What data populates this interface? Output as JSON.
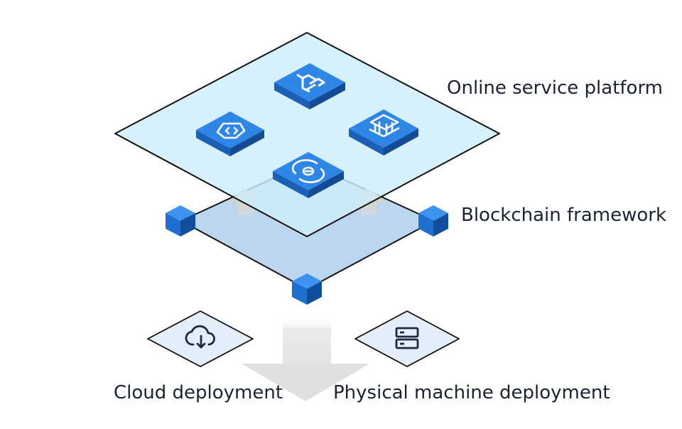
{
  "layers": {
    "online_platform": {
      "label": "Online service platform",
      "icons": [
        "robot-icon",
        "cloud-code-icon",
        "barcode-icon",
        "contract-icon"
      ]
    },
    "blockchain": {
      "label": "Blockchain framework",
      "nodes": [
        "node-cube-left",
        "node-cube-right",
        "node-cube-bottom"
      ]
    }
  },
  "deployment": {
    "cloud": {
      "label": "Cloud deployment",
      "icon": "cloud-download-icon"
    },
    "physical": {
      "label": "Physical machine deployment",
      "icon": "server-icon"
    }
  },
  "colors": {
    "platform_fill": "#cdeefb",
    "framework_fill": "#bcd6ef",
    "tile_top": "#2e86e6",
    "tile_side": "#1b5fb7",
    "outline": "#111111",
    "arrow": "#d9cdb0"
  }
}
